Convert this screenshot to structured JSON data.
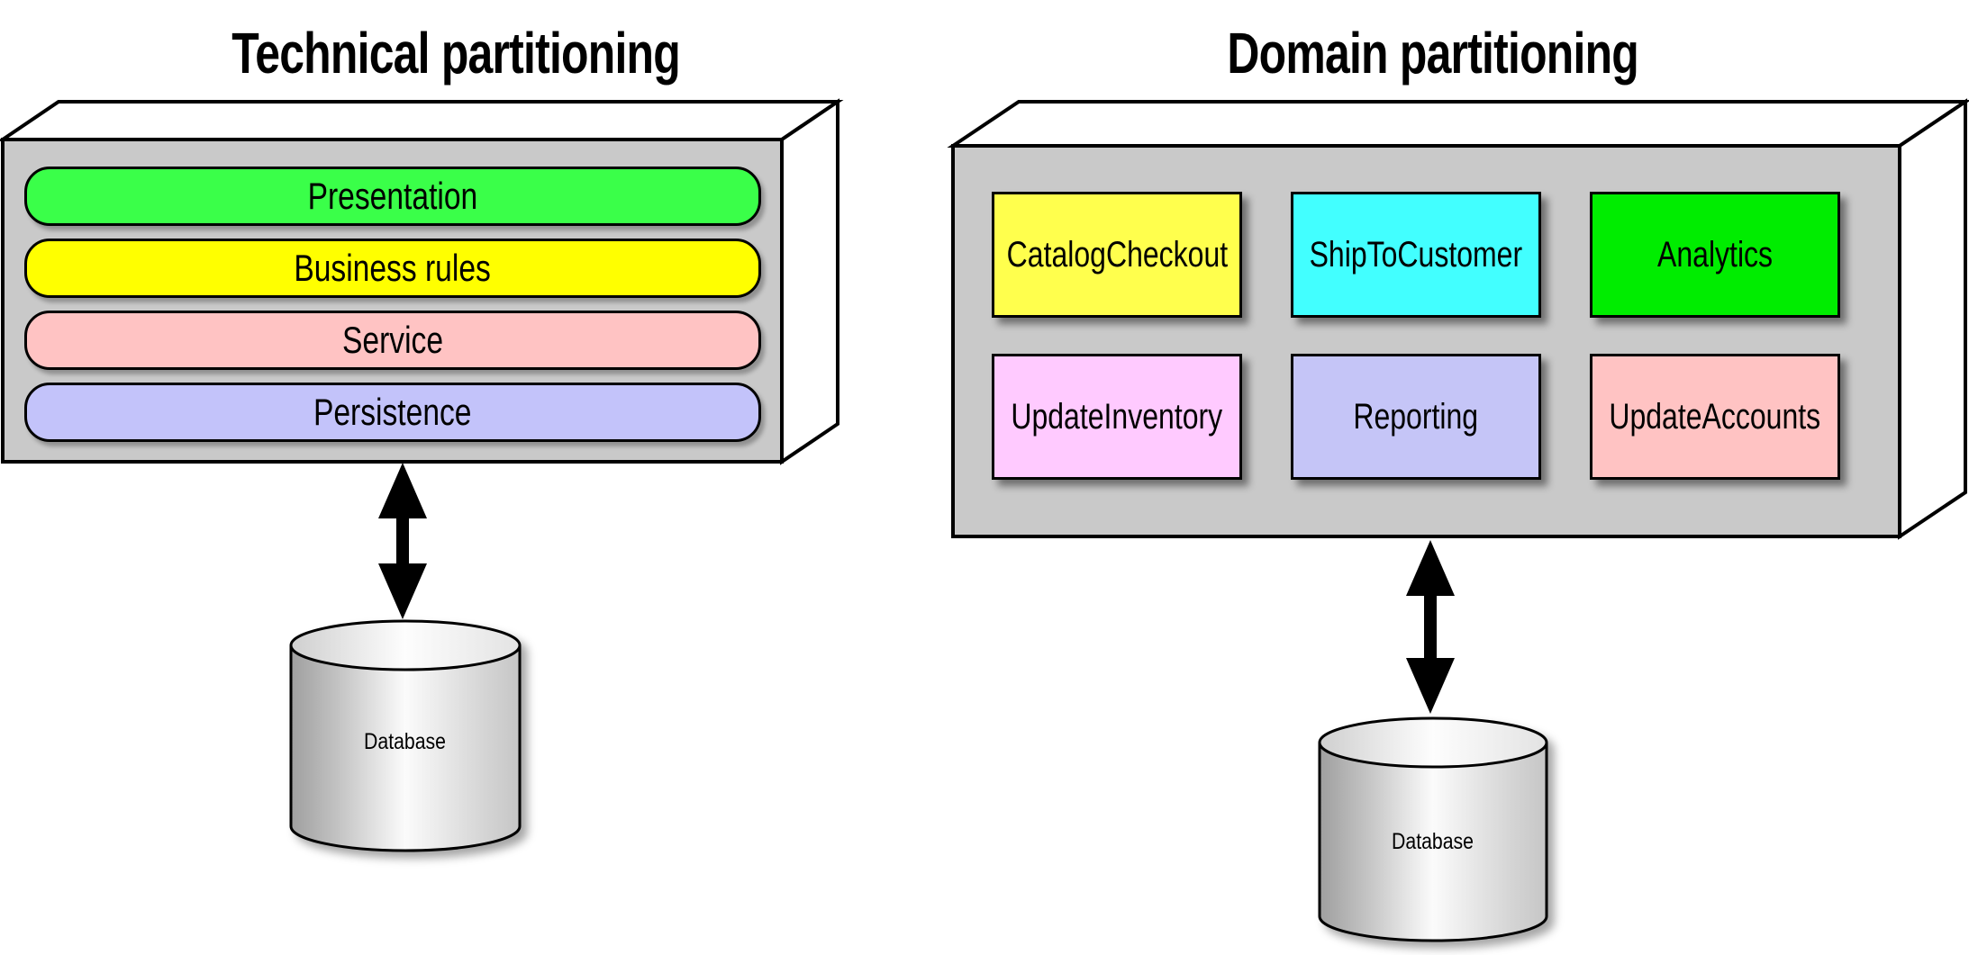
{
  "left_panel": {
    "title": "Technical partitioning",
    "layers": [
      {
        "label": "Presentation",
        "color": "#3aff49"
      },
      {
        "label": "Business rules",
        "color": "#ffff00"
      },
      {
        "label": "Service",
        "color": "#ffc3c3"
      },
      {
        "label": "Persistence",
        "color": "#c3c3fa"
      }
    ],
    "database_label": "Database"
  },
  "right_panel": {
    "title": "Domain partitioning",
    "modules": [
      {
        "label": "CatalogCheckout",
        "color": "#ffff4d"
      },
      {
        "label": "ShipToCustomer",
        "color": "#42ffff"
      },
      {
        "label": "Analytics",
        "color": "#00ed00"
      },
      {
        "label": "UpdateInventory",
        "color": "#ffcaff"
      },
      {
        "label": "Reporting",
        "color": "#c5c5f7"
      },
      {
        "label": "UpdateAccounts",
        "color": "#ffc3c3"
      }
    ],
    "database_label": "Database"
  },
  "colors": {
    "box_face": "#c9c9c9",
    "box_side": "#ffffff",
    "outline": "#000000",
    "arrow": "#000000"
  }
}
